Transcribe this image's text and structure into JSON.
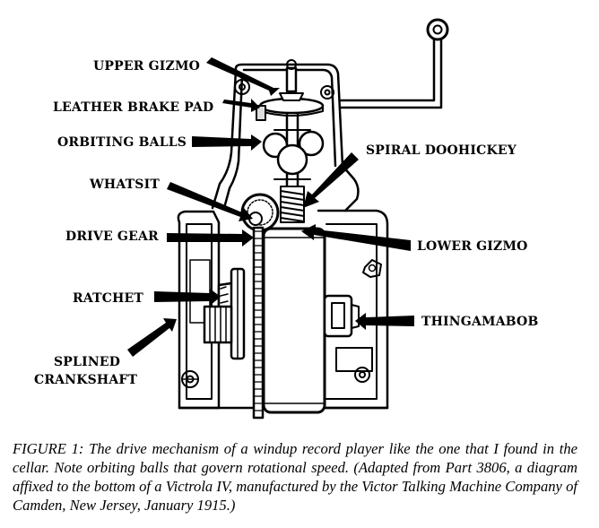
{
  "figure": {
    "labels": {
      "upper_gizmo": "UPPER GIZMO",
      "leather_brake_pad": "LEATHER BRAKE PAD",
      "orbiting_balls": "ORBITING BALLS",
      "spiral_doohickey": "SPIRAL DOOHICKEY",
      "whatsit": "WHATSIT",
      "drive_gear": "DRIVE GEAR",
      "lower_gizmo": "LOWER GIZMO",
      "ratchet": "RATCHET",
      "thingamabob": "THINGAMABOB",
      "splined_crankshaft_line1": "SPLINED",
      "splined_crankshaft_line2": "CRANKSHAFT"
    },
    "caption": "FIGURE 1: The drive mechanism of a windup record player like the one that I found in the cellar.  Note orbiting balls that govern rotational speed.  (Adapted from Part 3806, a diagram affixed to the bottom of a Victrola IV, manufactured by the Victor Talking Machine Company of Camden, New Jersey, January 1915.)"
  },
  "colors": {
    "ink": "#000000",
    "paper": "#ffffff"
  }
}
